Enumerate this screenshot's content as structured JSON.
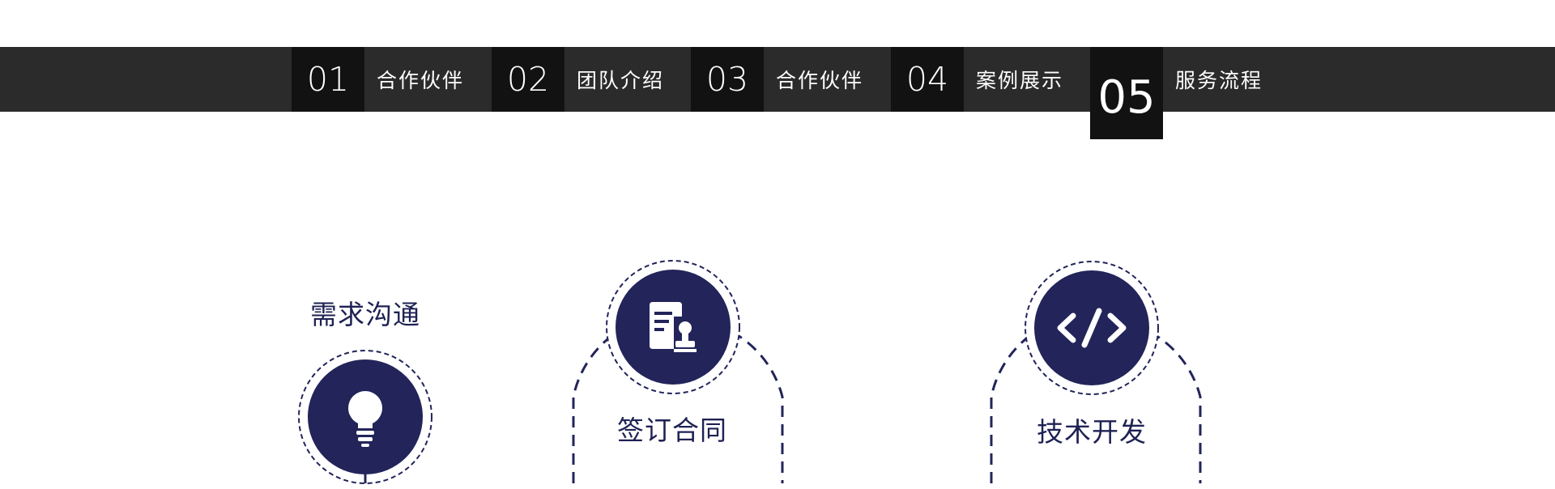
{
  "nav": {
    "items": [
      {
        "num": "01",
        "label": "合作伙伴"
      },
      {
        "num": "02",
        "label": "团队介绍"
      },
      {
        "num": "03",
        "label": "合作伙伴"
      },
      {
        "num": "04",
        "label": "案例展示"
      },
      {
        "num": "05",
        "label": "服务流程"
      }
    ],
    "active_index": 4
  },
  "process": {
    "steps": [
      {
        "label": "需求沟通",
        "icon": "lightbulb-icon"
      },
      {
        "label": "签订合同",
        "icon": "contract-stamp-icon"
      },
      {
        "label": "技术开发",
        "icon": "code-icon"
      }
    ]
  },
  "colors": {
    "nav_bg": "#2b2b2b",
    "nav_num_bg": "#121212",
    "accent_navy": "#22245a",
    "text_navy": "#1e2153",
    "white": "#ffffff"
  }
}
